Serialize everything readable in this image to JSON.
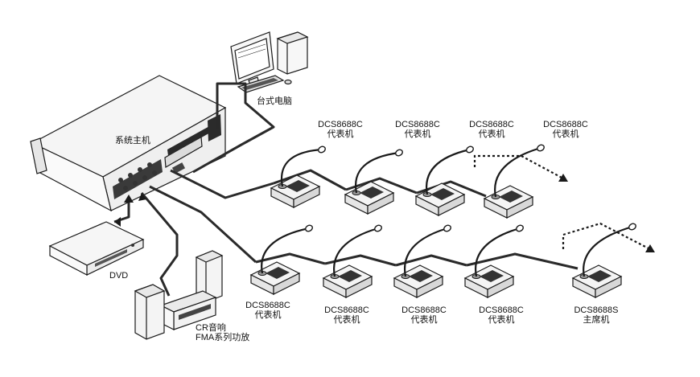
{
  "labels": {
    "desktop": "台式电脑",
    "host": "系统主机",
    "dvd": "DVD",
    "speaker_line1": "CR音响",
    "speaker_line2": "FMA系列功放"
  },
  "top_row": [
    {
      "model": "DCS8688C",
      "role": "代表机"
    },
    {
      "model": "DCS8688C",
      "role": "代表机"
    },
    {
      "model": "DCS8688C",
      "role": "代表机"
    },
    {
      "model": "DCS8688C",
      "role": "代表机"
    }
  ],
  "bottom_row": [
    {
      "model": "DCS8688C",
      "role": "代表机"
    },
    {
      "model": "DCS8688C",
      "role": "代表机"
    },
    {
      "model": "DCS8688C",
      "role": "代表机"
    },
    {
      "model": "DCS8688C",
      "role": "代表机"
    },
    {
      "model": "DCS8688S",
      "role": "主席机"
    }
  ],
  "colors": {
    "line": "#1a1a1a",
    "device_fill": "#f4f4f4",
    "device_dark": "#333333",
    "cable": "#2a2a2a"
  },
  "icons": {
    "desktop": "desktop-computer-icon",
    "host": "system-host-unit-icon",
    "dvd": "dvd-player-icon",
    "speaker": "speaker-amplifier-icon",
    "microphone": "gooseneck-microphone-unit-icon",
    "continuation": "dotted-continuation-arrow-icon"
  }
}
